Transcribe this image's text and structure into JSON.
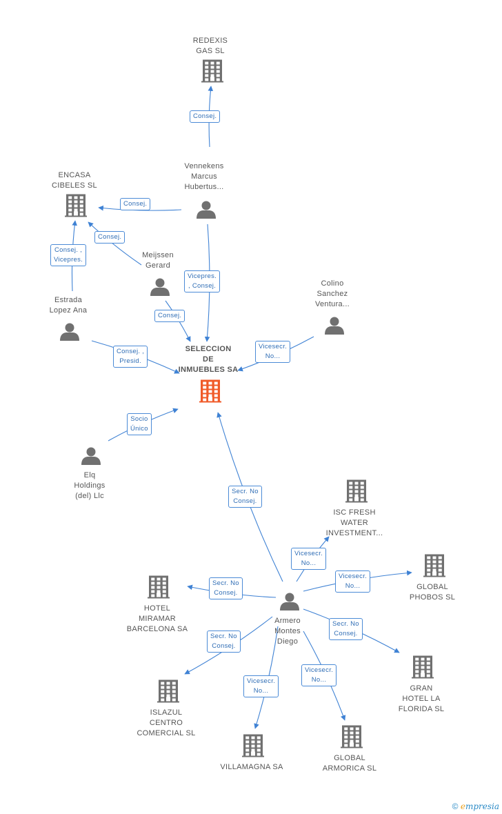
{
  "nodes": [
    {
      "id": "redexis",
      "type": "company",
      "label_lines": [
        "REDEXIS",
        "GAS  SL"
      ]
    },
    {
      "id": "vennekens",
      "type": "person",
      "label_lines": [
        "Vennekens",
        "Marcus",
        "Hubertus..."
      ]
    },
    {
      "id": "encasa",
      "type": "company",
      "label_lines": [
        "ENCASA",
        "CIBELES  SL"
      ]
    },
    {
      "id": "meijssen",
      "type": "person",
      "label_lines": [
        "Meijssen",
        "Gerard"
      ]
    },
    {
      "id": "estrada",
      "type": "person",
      "label_lines": [
        "Estrada",
        "Lopez Ana"
      ]
    },
    {
      "id": "colino",
      "type": "person",
      "label_lines": [
        "Colino",
        "Sanchez",
        "Ventura..."
      ]
    },
    {
      "id": "seleccion",
      "type": "company",
      "main": true,
      "label_lines": [
        "SELECCION",
        "DE",
        "INMUEBLES SA"
      ]
    },
    {
      "id": "elq",
      "type": "person",
      "label_lines": [
        "Elq",
        "Holdings",
        "(del) Llc"
      ]
    },
    {
      "id": "isc",
      "type": "company",
      "label_lines": [
        "ISC FRESH",
        "WATER",
        "INVESTMENT..."
      ]
    },
    {
      "id": "phobos",
      "type": "company",
      "label_lines": [
        "GLOBAL",
        "PHOBOS  SL"
      ]
    },
    {
      "id": "miramar",
      "type": "company",
      "label_lines": [
        "HOTEL",
        "MIRAMAR",
        "BARCELONA SA"
      ]
    },
    {
      "id": "armero",
      "type": "person",
      "label_lines": [
        "Armero",
        "Montes",
        "Diego"
      ]
    },
    {
      "id": "gran_hotel",
      "type": "company",
      "label_lines": [
        "GRAN",
        "HOTEL LA",
        "FLORIDA SL"
      ]
    },
    {
      "id": "islazul",
      "type": "company",
      "label_lines": [
        "ISLAZUL",
        "CENTRO",
        "COMERCIAL  SL"
      ]
    },
    {
      "id": "villamagna",
      "type": "company",
      "label_lines": [
        "VILLAMAGNA SA"
      ]
    },
    {
      "id": "armorica",
      "type": "company",
      "label_lines": [
        "GLOBAL",
        "ARMORICA  SL"
      ]
    }
  ],
  "edges": [
    {
      "from": "vennekens",
      "to": "redexis",
      "label_lines": [
        "Consej."
      ]
    },
    {
      "from": "vennekens",
      "to": "encasa",
      "label_lines": [
        "Consej."
      ]
    },
    {
      "from": "meijssen",
      "to": "encasa",
      "label_lines": [
        "Consej."
      ]
    },
    {
      "from": "estrada",
      "to": "encasa",
      "label_lines": [
        "Consej. ,",
        "Vicepres."
      ]
    },
    {
      "from": "vennekens",
      "to": "seleccion",
      "label_lines": [
        "Vicepres.",
        ", Consej."
      ]
    },
    {
      "from": "meijssen",
      "to": "seleccion",
      "label_lines": [
        "Consej."
      ]
    },
    {
      "from": "estrada",
      "to": "seleccion",
      "label_lines": [
        "Consej. ,",
        "Presid."
      ]
    },
    {
      "from": "colino",
      "to": "seleccion",
      "label_lines": [
        "Vicesecr.",
        "No..."
      ]
    },
    {
      "from": "elq",
      "to": "seleccion",
      "label_lines": [
        "Socio",
        "Único"
      ]
    },
    {
      "from": "armero",
      "to": "seleccion",
      "label_lines": [
        "Secr.  No",
        "Consej."
      ]
    },
    {
      "from": "armero",
      "to": "isc",
      "label_lines": [
        "Vicesecr.",
        "No..."
      ]
    },
    {
      "from": "armero",
      "to": "phobos",
      "label_lines": [
        "Vicesecr.",
        "No..."
      ]
    },
    {
      "from": "armero",
      "to": "miramar",
      "label_lines": [
        "Secr.  No",
        "Consej."
      ]
    },
    {
      "from": "armero",
      "to": "gran_hotel",
      "label_lines": [
        "Secr.  No",
        "Consej."
      ]
    },
    {
      "from": "armero",
      "to": "islazul",
      "label_lines": [
        "Secr.  No",
        "Consej."
      ]
    },
    {
      "from": "armero",
      "to": "villamagna",
      "label_lines": [
        "Vicesecr.",
        "No..."
      ]
    },
    {
      "from": "armero",
      "to": "armorica",
      "label_lines": [
        "Vicesecr.",
        "No..."
      ]
    }
  ],
  "footer": {
    "copyright": "©",
    "brand_first": "e",
    "brand_rest": "mpresia"
  },
  "colors": {
    "edge": "#3f82d4",
    "company": "#707070",
    "main_company": "#f05a28",
    "person": "#707070",
    "label_border": "#4a8ad6"
  }
}
